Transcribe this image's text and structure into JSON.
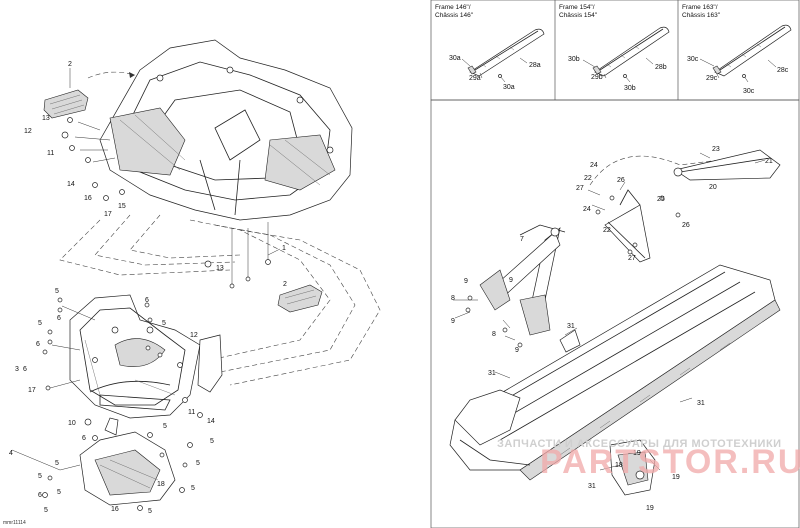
{
  "diagram_code": "mmr11114",
  "headers": {
    "frame146_line1": "Frame 146\"/",
    "frame146_line2": "Châssis 146\"",
    "frame154_line1": "Frame 154\"/",
    "frame154_line2": "Châssis 154\"",
    "frame163_line1": "Frame 163\"/",
    "frame163_line2": "Châssis 163\""
  },
  "callouts": {
    "left": {
      "c2_top": "2",
      "c13_a": "13",
      "c12_a": "12",
      "c11_a": "11",
      "c14_a": "14",
      "c16_a": "16",
      "c15": "15",
      "c17_a": "17",
      "c1": "1",
      "c13_b": "13",
      "c2_b": "2",
      "c5_a": "5",
      "c6_a": "6",
      "c6_b": "6",
      "c5_b": "5",
      "c6_c": "6",
      "c5_c": "5",
      "c3": "3",
      "c6_d": "6",
      "c12_b": "12",
      "c17_b": "17",
      "c11_b": "11",
      "c14_b": "14",
      "c10": "10",
      "c6_e": "6",
      "c5_d": "5",
      "c5_e": "5",
      "c4": "4",
      "c5_f": "5",
      "c5_g": "5",
      "c5_h": "5",
      "c5_i": "5",
      "c18": "18",
      "c5_j": "5",
      "c16_b": "16",
      "c5_k": "5",
      "c6_f": "6",
      "c5_l": "5"
    },
    "frames": {
      "a30": "30a",
      "a28": "28a",
      "a29": "29a",
      "a30b": "30a",
      "b30": "30b",
      "b28": "28b",
      "b29": "29b",
      "b30b": "30b",
      "c30": "30c",
      "c28": "28c",
      "c29": "29c",
      "c30b": "30c"
    },
    "right": {
      "c23": "23",
      "c21": "21",
      "c24_a": "24",
      "c22_a": "22",
      "c26_a": "26",
      "c27_a": "27",
      "c20": "20",
      "c25": "25",
      "c24_b": "24",
      "c7": "7",
      "c22_b": "22",
      "c26_b": "26",
      "c27_b": "27",
      "c9_a": "9",
      "c9_b": "9",
      "c8_a": "8",
      "c9_c": "9",
      "c8_b": "8",
      "c9_d": "9",
      "c31_a": "31",
      "c31_b": "31",
      "c31_c": "31",
      "c19_a": "19",
      "c18": "18",
      "c19_b": "19",
      "c31_d": "31"
    }
  },
  "watermark": {
    "line1": "ЗАПЧАСТИ И АКСЕССУАРЫ ДЛЯ МОТОТЕХНИКИ",
    "line2": "PARTSTOR.RU"
  }
}
